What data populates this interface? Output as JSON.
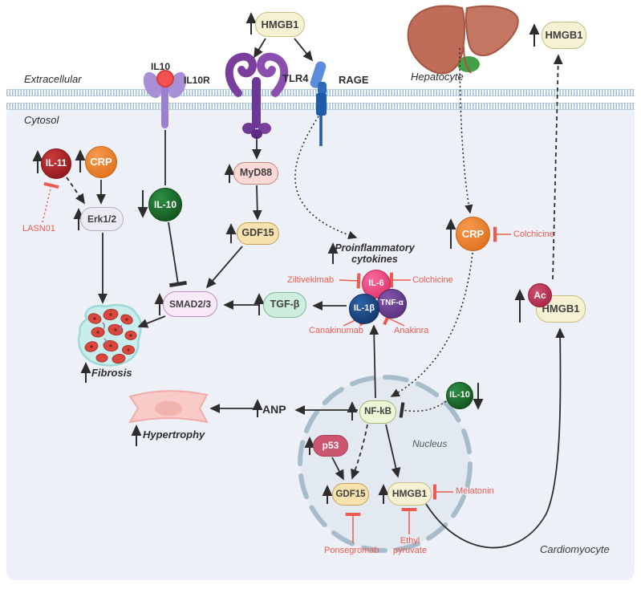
{
  "regions": {
    "extracellular": "Extracellular",
    "cytosol": "Cytosol",
    "nucleus": "Nucleus",
    "hepatocyte": "Hepatocyte",
    "cardiomyocyte": "Cardiomyocyte"
  },
  "receptors": {
    "il10_ligand": "IL10",
    "il10r": "IL10R",
    "tlr4": "TLR4",
    "rage": "RAGE"
  },
  "molecules": {
    "hmgb1_top": "HMGB1",
    "hmgb1_liver_side": "HMGB1",
    "il11": "IL-11",
    "crp_left": "CRP",
    "erk12": "Erk1/2",
    "il10_cytosol": "IL-10",
    "myd88": "MyD88",
    "gdf15_cytosol": "GDF15",
    "smad23": "SMAD2/3",
    "tgfb": "TGF-β",
    "il6": "IL-6",
    "tnfa": "TNF-α",
    "il1b": "IL-1β",
    "crp_right": "CRP",
    "ac_tag": "Ac",
    "hmgb1_acetylated": "HMGB1",
    "nfkb": "NF-kB",
    "il10_nucleus_side": "IL-10",
    "p53": "p53",
    "gdf15_nucleus": "GDF15",
    "hmgb1_nucleus": "HMGB1",
    "anp": "ANP"
  },
  "outcomes": {
    "proinflammatory": "Proinflammatory cytokines",
    "fibrosis": "Fibrosis",
    "hypertrophy": "Hypertrophy"
  },
  "drugs": {
    "lasn01": "LASN01",
    "ziltivekimab": "Ziltivekimab",
    "colchicine_il6": "Colchicine",
    "canakinumab": "Canakinumab",
    "anakinra": "Anakinra",
    "colchicine_crp": "Colchicine",
    "melatonin": "Melatonin",
    "ponsegromab": "Ponsegromab",
    "ethyl_pyruvate": "Ethyl pyruvate"
  },
  "colors": {
    "hmgb1_fill": "#f7f1d3",
    "crp_fill": "#ef8334",
    "il11_fill": "#b3262b",
    "il10_fill": "#1e7c33",
    "myd88_fill": "#fad9d6",
    "gdf15_fill": "#f6e2ae",
    "smad_fill": "#f8e8f8",
    "tgfb_fill": "#cdeedd",
    "il6_fill": "#f2477e",
    "tnfa_fill": "#6d4194",
    "il1b_fill": "#1c4e8e",
    "p53_fill": "#cc5570",
    "nfkb_fill": "#eef6d8",
    "erk_fill": "#ecebf3",
    "ac_fill": "#c13a5c",
    "drug_text": "#ee5a4f",
    "cell_fill": "#edf1f7",
    "nucleus_fill": "#e2e9f0",
    "membrane_dash": "#9dbfd6",
    "liver_fill": "#bf6c59"
  }
}
